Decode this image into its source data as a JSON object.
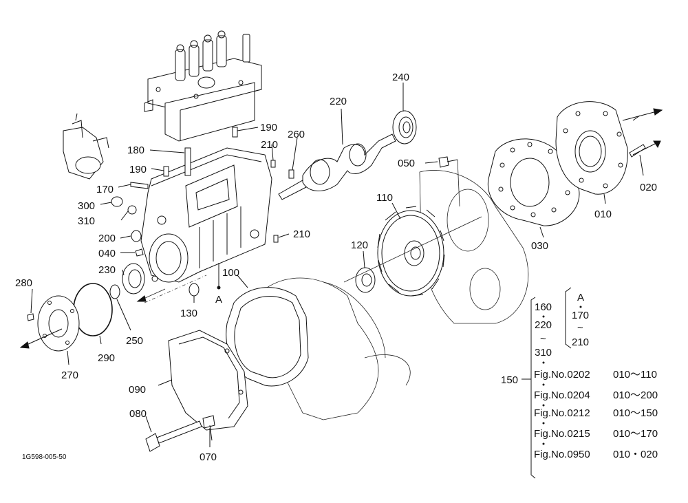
{
  "diagram": {
    "drawing_code": "1G598-005-50",
    "callouts": [
      "240",
      "220",
      "190",
      "210",
      "260",
      "180",
      "190",
      "170",
      "300",
      "310",
      "200",
      "040",
      "230",
      "280",
      "290",
      "270",
      "250",
      "130",
      "A",
      "100",
      "090",
      "080",
      "070",
      "120",
      "110",
      "050",
      "030",
      "010",
      "020",
      "210"
    ],
    "legend": {
      "group_parts": [
        "160",
        "220",
        "310"
      ],
      "tilde": "~",
      "sub_parts": [
        "A",
        "170",
        "210"
      ],
      "group_number": "150",
      "figures": [
        {
          "fig": "Fig.No.0202",
          "range": "010～110"
        },
        {
          "fig": "Fig.No.0204",
          "range": "010～200"
        },
        {
          "fig": "Fig.No.0212",
          "range": "010～150"
        },
        {
          "fig": "Fig.No.0215",
          "range": "010～170"
        },
        {
          "fig": "Fig.No.0950",
          "range": "010・020"
        }
      ]
    }
  }
}
